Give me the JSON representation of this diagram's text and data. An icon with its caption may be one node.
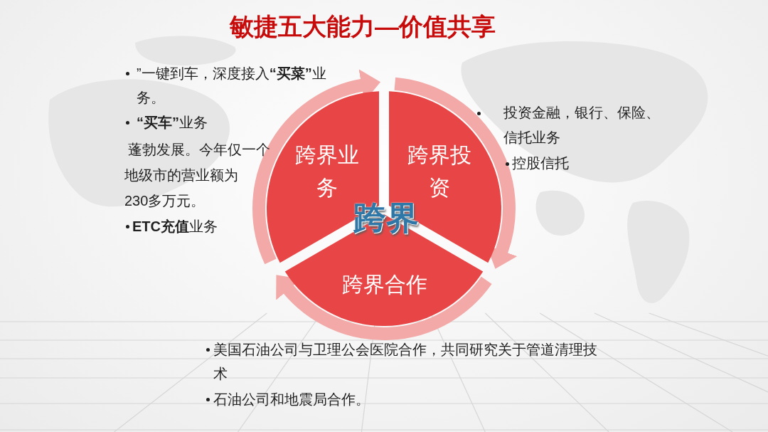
{
  "diagram": {
    "title": "敏捷五大能力—价值共享",
    "nodes": [
      {
        "text": [
          "跨界业务"
        ],
        "beside": [
          "”一键到车，深度接入**“买菜”**业务。",
          "**“买车”**业务",
          "蓬勃发展。今年仅一个地级市的营业额为230多万元。",
          "**ETC充值**业务"
        ]
      },
      {
        "text": [
          "跨界投资"
        ],
        "beside": [
          "投资金融，银行、保险、信托业务",
          "控股信托"
        ]
      },
      {
        "text": [
          "跨界合作"
        ],
        "beside": [
          "美国石油公司与卫理公会医院合作，共同研究关于管道清理技术",
          "石油公司和地震局合作。"
        ]
      }
    ],
    "edges": [
      {
        "from": 0,
        "to": 1,
        "arrow": "to"
      },
      {
        "from": 1,
        "to": 2,
        "arrow": "to"
      },
      {
        "from": 2,
        "to": 0,
        "arrow": "to"
      }
    ],
    "labels": [
      "跨界"
    ]
  }
}
